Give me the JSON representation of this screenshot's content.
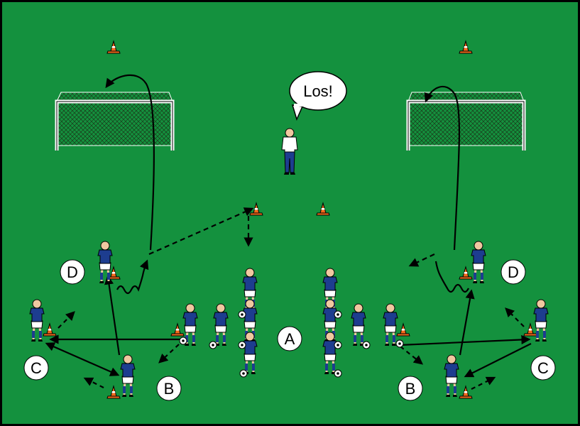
{
  "colors": {
    "pitch": "#14913e",
    "border": "#000000",
    "jersey": "#1d3d8f",
    "shorts": "#ffffff",
    "cone": "#f26a1b",
    "net": "#ffffff",
    "arrow": "#000000"
  },
  "coach": {
    "speech": "Los!"
  },
  "labels": {
    "center": "A",
    "left_b": "B",
    "left_c": "C",
    "left_d": "D",
    "right_b": "B",
    "right_c": "C",
    "right_d": "D"
  },
  "icons": {
    "goal": "goal-net-icon",
    "cone": "cone-icon",
    "ball": "soccer-ball-icon",
    "player": "player-figure-icon",
    "coach": "coach-figure-icon"
  }
}
